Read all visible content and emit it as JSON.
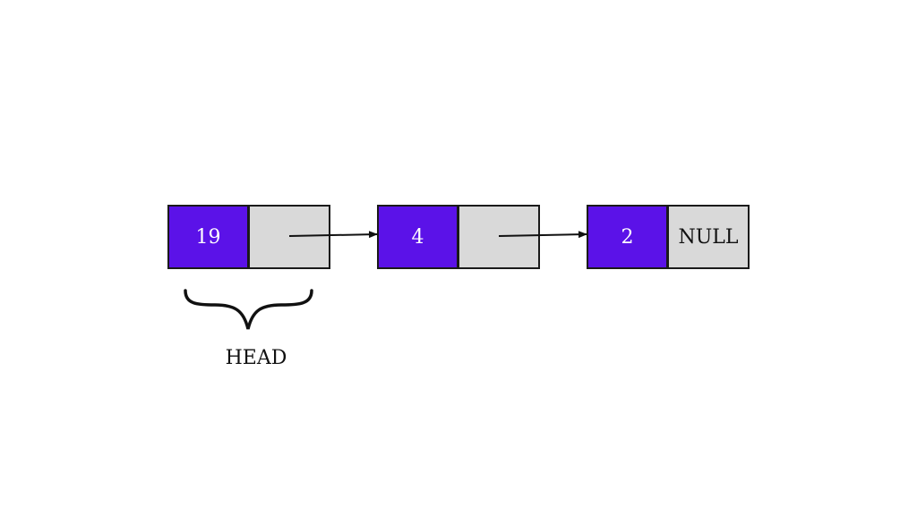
{
  "nodes": [
    {
      "value": "19",
      "next": ""
    },
    {
      "value": "4",
      "next": ""
    },
    {
      "value": "2",
      "next": "NULL"
    }
  ],
  "head_label": "HEAD",
  "colors": {
    "data_cell": "#5b12e8",
    "pointer_cell": "#d9d9d9",
    "border": "#1a1a1a",
    "text_on_data": "#ffffff"
  }
}
